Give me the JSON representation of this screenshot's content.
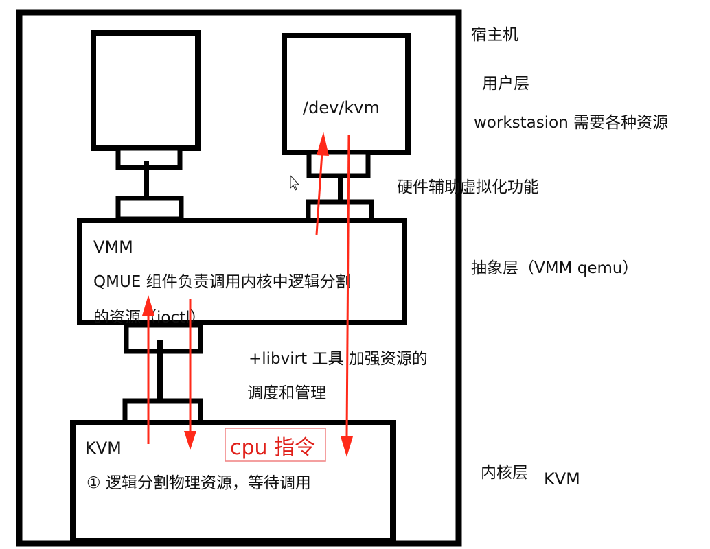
{
  "labels": {
    "host": "宿主机",
    "user_layer": "用户层",
    "workstation": "workstasion 需要各种资源",
    "dev_kvm": "/dev/kvm",
    "hw_assist": "硬件辅助虚拟化功能",
    "abstract_layer": "抽象层（VMM   qemu）",
    "vmm_title": "VMM",
    "vmm_line1": "QMUE 组件负责调用内核中逻辑分割",
    "vmm_line2": "的资源（ioctl）",
    "libvirt_line1": "+libvirt 工具 加强资源的",
    "libvirt_line2": "调度和管理",
    "kvm_title": "KVM",
    "cpu_instr": "cpu 指令",
    "kvm_desc": "① 逻辑分割物理资源，等待调用",
    "kernel_layer": "内核层",
    "kernel_kvm": "KVM"
  },
  "colors": {
    "stroke": "#000000",
    "arrow": "#ff2a1a",
    "cpu_text": "#e0201a",
    "cpu_border": "#f08080",
    "text": "#111111"
  }
}
